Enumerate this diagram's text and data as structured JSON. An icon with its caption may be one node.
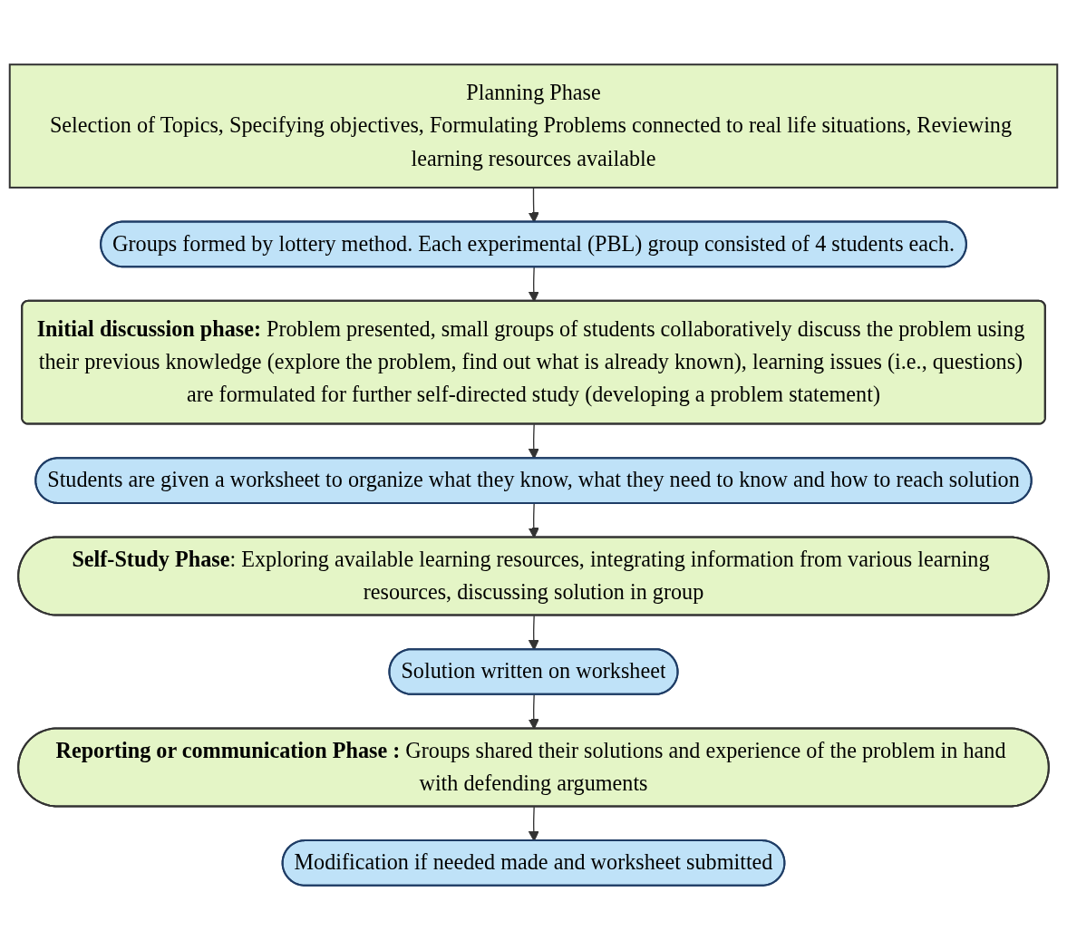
{
  "diagram": {
    "nodes": [
      {
        "text": [
          "Planning Phase",
          "Selection of Topics, Specifying objectives, Formulating Problems connected to real life situations, Reviewing learning resources available"
        ]
      },
      {
        "text": [
          "Groups formed by lottery method. Each experimental (PBL) group consisted of 4 students each."
        ]
      },
      {
        "text": [
          "**Initial discussion phase:** Problem presented, small groups of students collaboratively discuss the problem using their previous knowledge (explore the problem, find out what is already known), learning issues (i.e., questions) are formulated for further self-directed study (developing a problem statement)"
        ]
      },
      {
        "text": [
          "Students are given a worksheet to organize what they know, what they need to know and how to reach solution"
        ]
      },
      {
        "text": [
          "**Self-Study Phase**: Exploring available learning resources, integrating information from various learning resources, discussing solution in group"
        ]
      },
      {
        "text": [
          "Solution written on worksheet"
        ]
      },
      {
        "text": [
          "**Reporting or communication Phase :** Groups shared their solutions and experience of the problem in hand with defending arguments"
        ]
      },
      {
        "text": [
          "Modification if needed  made and worksheet submitted"
        ]
      }
    ],
    "edges": [
      {
        "from": 0,
        "to": 1,
        "arrow": "to"
      },
      {
        "from": 1,
        "to": 2,
        "arrow": "to"
      },
      {
        "from": 2,
        "to": 3,
        "arrow": "to"
      },
      {
        "from": 3,
        "to": 4,
        "arrow": "to"
      },
      {
        "from": 4,
        "to": 5,
        "arrow": "to"
      },
      {
        "from": 5,
        "to": 6,
        "arrow": "to"
      },
      {
        "from": 6,
        "to": 7,
        "arrow": "to"
      }
    ]
  }
}
